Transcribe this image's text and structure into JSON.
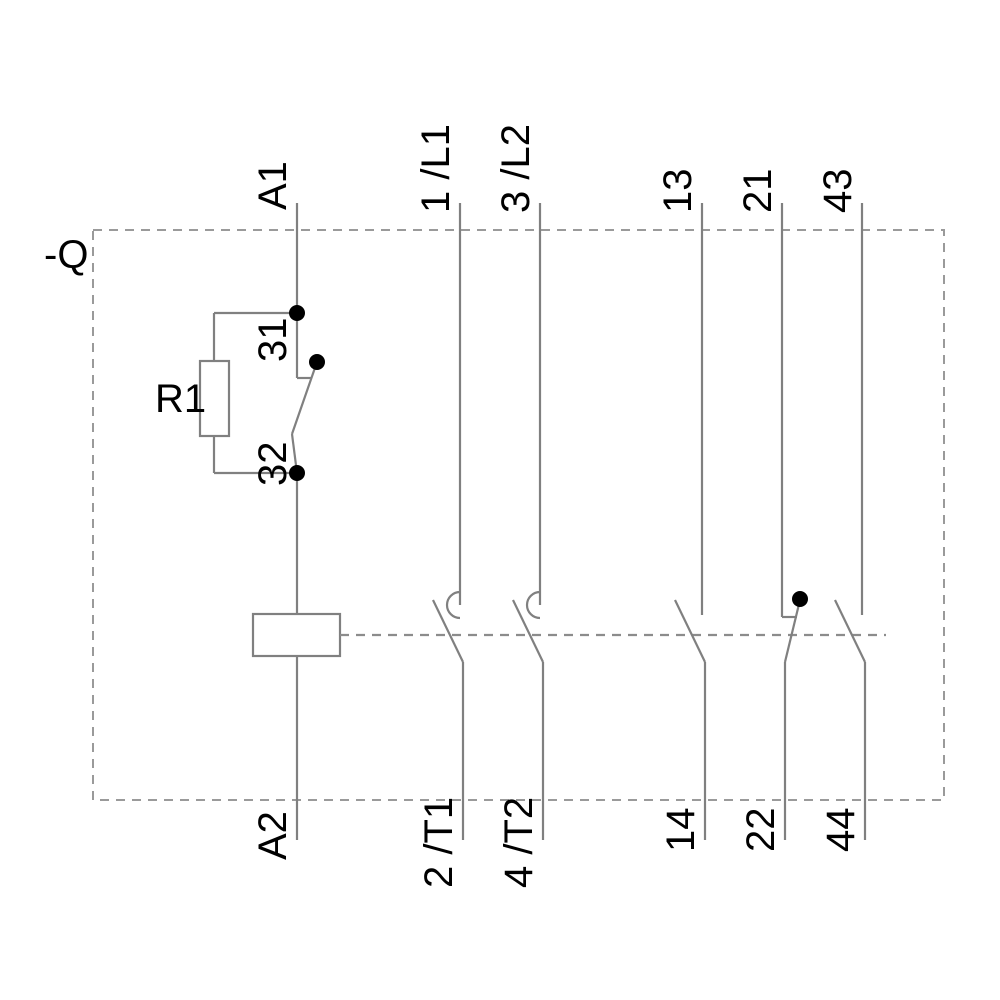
{
  "diagram": {
    "title": "-Q",
    "device_designation": "-Q",
    "type": "contactor-circuit-schematic",
    "line_color": "#808080",
    "dot_color": "#000000",
    "enclosure_style": "dashed",
    "coil": {
      "terminal_top_label": "A1",
      "terminal_bottom_label": "A2",
      "symbol": "rectangle"
    },
    "suppressor": {
      "component_label": "R1",
      "terminal_top_label": "31",
      "terminal_bottom_label": "32",
      "symbol": "resistor-with-changeover-contact"
    },
    "poles": [
      {
        "name": "main-pole-1",
        "top_label": "1 /L1",
        "bottom_label": "2 /T1",
        "kind": "main-power-no-arc-quench"
      },
      {
        "name": "main-pole-2",
        "top_label": "3 /L2",
        "bottom_label": "4 /T2",
        "kind": "main-power-no-arc-quench"
      },
      {
        "name": "aux-contact-13-14",
        "top_label": "13",
        "bottom_label": "14",
        "kind": "auxiliary-normally-open"
      },
      {
        "name": "aux-contact-21-22",
        "top_label": "21",
        "bottom_label": "22",
        "kind": "auxiliary-normally-closed"
      },
      {
        "name": "aux-contact-43-44",
        "top_label": "43",
        "bottom_label": "44",
        "kind": "auxiliary-normally-open"
      }
    ]
  }
}
